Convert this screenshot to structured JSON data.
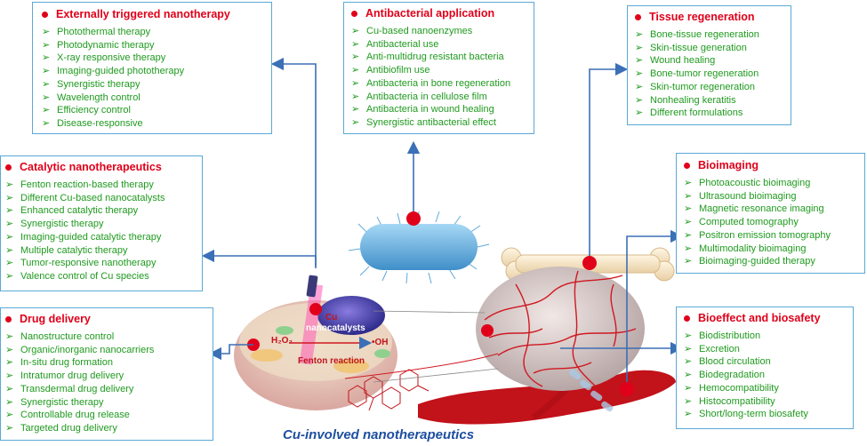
{
  "caption": "Cu-involved nanotherapeutics",
  "cell_labels": {
    "cu": "Cu",
    "nanocatalysts": "nanocatalysts",
    "h2o2": "H₂O₂",
    "oh": "•OH",
    "fenton": "Fenton reaction"
  },
  "colors": {
    "title": "#e0001a",
    "item": "#1f9a1f",
    "border": "#5aa9d6",
    "arrow": "#3b6fb6"
  },
  "panels": [
    {
      "id": "externally-triggered",
      "title": "Externally triggered nanotherapy",
      "items": [
        "Photothermal therapy",
        "Photodynamic therapy",
        "X-ray responsive therapy",
        "Imaging-guided phototherapy",
        "Synergistic therapy",
        "Wavelength control",
        "Efficiency control",
        "Disease-responsive"
      ]
    },
    {
      "id": "antibacterial",
      "title": "Antibacterial application",
      "items": [
        "Cu-based nanoenzymes",
        "Antibacterial use",
        "Anti-multidrug resistant bacteria",
        "Antibiofilm use",
        "Antibacteria in bone regeneration",
        "Antibacteria in cellulose film",
        "Antibacteria in wound healing",
        "Synergistic antibacterial effect"
      ]
    },
    {
      "id": "tissue-regeneration",
      "title": "Tissue regeneration",
      "items": [
        "Bone-tissue regeneration",
        "Skin-tissue generation",
        "Wound healing",
        "Bone-tumor regeneration",
        "Skin-tumor regeneration",
        " Nonhealing keratitis",
        " Different formulations"
      ]
    },
    {
      "id": "catalytic",
      "title": "Catalytic nanotherapeutics",
      "items": [
        "Fenton reaction-based therapy",
        "Different Cu-based nanocatalysts",
        "Enhanced catalytic therapy",
        "Synergistic therapy",
        "Imaging-guided catalytic therapy",
        "Multiple catalytic therapy",
        "Tumor-responsive nanotherapy",
        "Valence control of Cu species"
      ]
    },
    {
      "id": "bioimaging",
      "title": "Bioimaging",
      "items": [
        "Photoacoustic bioimaging",
        "Ultrasound bioimaging",
        "Magnetic resonance imaging",
        "Computed tomography",
        "Positron emission tomography",
        "Multimodality bioimaging",
        "Bioimaging-guided therapy"
      ]
    },
    {
      "id": "drug-delivery",
      "title": "Drug delivery",
      "items": [
        "Nanostructure control",
        "Organic/inorganic nanocarriers",
        "In-situ drug formation",
        "Intratumor drug delivery",
        "Transdermal drug delivery",
        "Synergistic therapy",
        "Controllable drug release",
        "Targeted drug delivery"
      ]
    },
    {
      "id": "bioeffect",
      "title": "Bioeffect and biosafety",
      "items": [
        "Biodistribution",
        "Excretion",
        "Blood circulation",
        "Biodegradation",
        "Hemocompatibility",
        "Histocompatibility",
        "Short/long-term biosafety"
      ]
    }
  ]
}
